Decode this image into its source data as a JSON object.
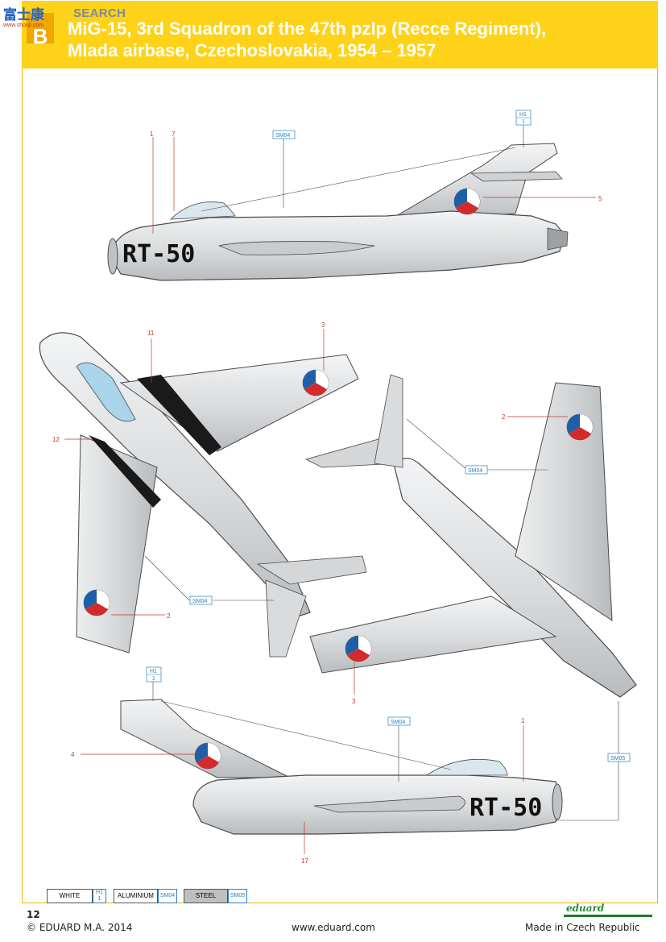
{
  "watermark": {
    "logo": "富士康",
    "search": "SEARCH",
    "url": "www.shouji.com"
  },
  "header": {
    "badge_letter": "B",
    "title_line1": "MiG-15, 3rd Squadron of the 47th pzlp (Recce Regiment),",
    "title_line2": "Mlada airbase, Czechoslovakia, 1954 – 1957"
  },
  "aircraft": {
    "side_code": "RT-50",
    "colors": {
      "aluminium": "#d9dbdd",
      "outline": "#4a4a4a",
      "roundel_white": "#ffffff",
      "roundel_red": "#d42a2a",
      "roundel_blue": "#1f5fa8",
      "black_band": "#1a1a1a",
      "canopy": "#a9d4ea"
    }
  },
  "callouts": {
    "c1a": "1",
    "c7": "7",
    "c5": "5",
    "sm04a": "SM04",
    "h1a_top": "H1",
    "h1a_bot": "1",
    "c11": "11",
    "c3a": "3",
    "c12": "12",
    "c2a": "2",
    "sm04b": "SM04",
    "c2b": "2",
    "sm04c": "SM04",
    "c3b": "3",
    "h1b_top": "H1",
    "h1b_bot": "1",
    "c4": "4",
    "sm04d": "SM04",
    "c1b": "1",
    "sm05": "SM05",
    "c17": "17"
  },
  "legend": [
    {
      "name": "WHITE",
      "code_top": "H1",
      "code_bot": "1",
      "fill": "#ffffff"
    },
    {
      "name": "ALUMINIUM",
      "code_top": "SM04",
      "code_bot": "",
      "fill": "#ffffff"
    },
    {
      "name": "STEEL",
      "code_top": "SM05",
      "code_bot": "",
      "fill": "#bfbfbf"
    }
  ],
  "footer": {
    "page_number": "12",
    "copyright": "© EDUARD  M.A. 2014",
    "website": "www.eduard.com",
    "made_in": "Made in Czech Republic",
    "brand": "eduard"
  }
}
